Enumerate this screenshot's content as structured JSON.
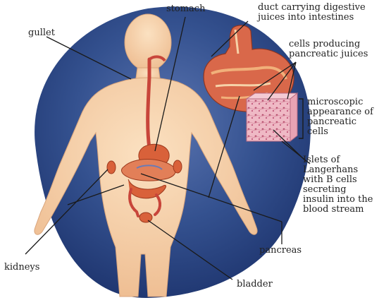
{
  "labels": {
    "gullet": "gullet",
    "stomach": "stomach",
    "duct": "duct carrying digestive\njuices into intestines",
    "cells_producing": "cells producing\npancreatic juices",
    "microscopic": "microscopic\nappearance of\npancreatic\ncells",
    "islets": "Islets of\nLangerhans\nwith B cells\nsecreting\ninsulin into the\nblood stream",
    "kidneys": "kidneys",
    "pancreas": "pancreas",
    "bladder": "bladder"
  },
  "colors": {
    "background_oval": "#2e4a8a",
    "skin": "#f5cfa8",
    "organ": "#d9613a",
    "stomach_inset": "#d9684a",
    "pancreatic_tissue": "#e9a9b8",
    "leader_line": "#1a1a1a"
  }
}
